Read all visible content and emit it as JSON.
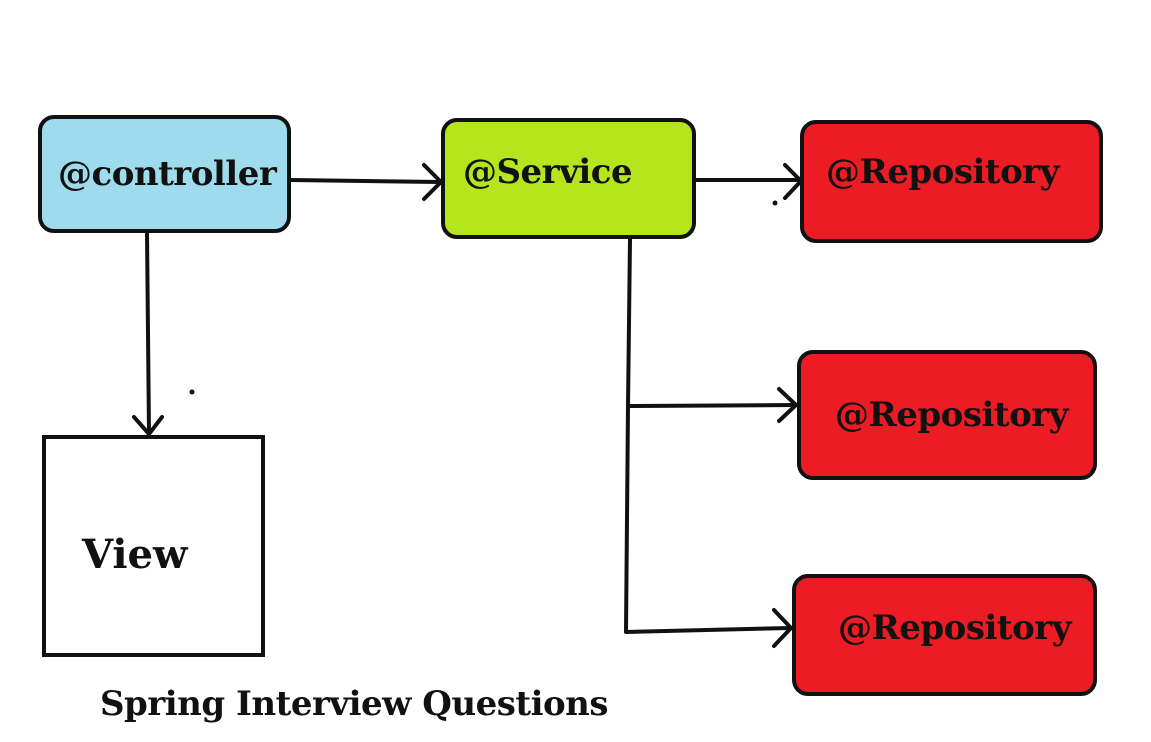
{
  "nodes": {
    "controller": {
      "label": "@controller",
      "color": "#9edbec"
    },
    "service": {
      "label": "@Service",
      "color": "#b5e61d"
    },
    "repository_1": {
      "label": "@Repository",
      "color": "#ed1c24"
    },
    "repository_2": {
      "label": "@Repository",
      "color": "#ed1c24"
    },
    "repository_3": {
      "label": "@Repository",
      "color": "#ed1c24"
    },
    "view": {
      "label": "View",
      "color": "#ffffff"
    }
  },
  "caption": "Spring Interview Questions",
  "edges": [
    {
      "from": "controller",
      "to": "service"
    },
    {
      "from": "controller",
      "to": "view"
    },
    {
      "from": "service",
      "to": "repository_1"
    },
    {
      "from": "service",
      "to": "repository_2"
    },
    {
      "from": "service",
      "to": "repository_3"
    }
  ]
}
